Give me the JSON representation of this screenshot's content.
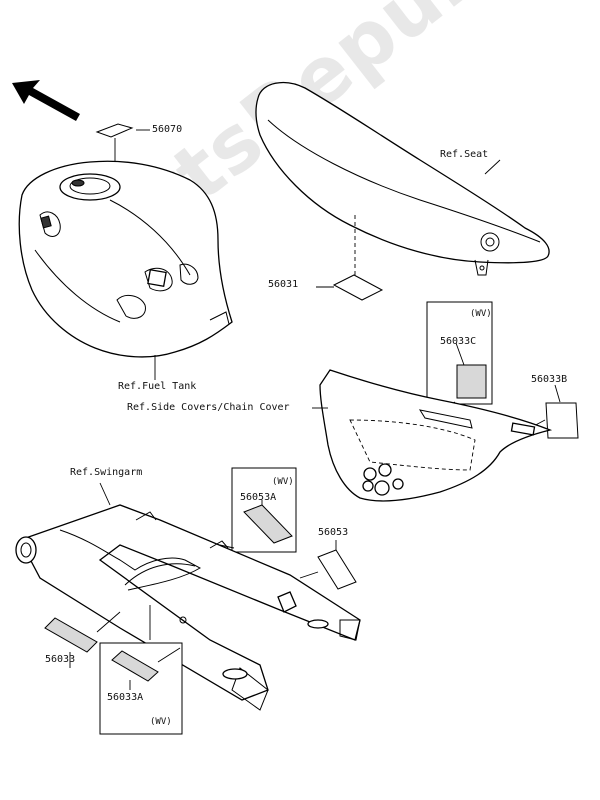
{
  "parts": {
    "p56070": "56070",
    "p56031": "56031",
    "p56033C": "56033C",
    "p56033B": "56033B",
    "p56053A": "56053A",
    "p56053": "56053",
    "p56033": "56033",
    "p56033A": "56033A"
  },
  "refs": {
    "seat": "Ref.Seat",
    "fuel_tank": "Ref.Fuel Tank",
    "side_covers": "Ref.Side Covers/Chain Cover",
    "swingarm": "Ref.Swingarm"
  },
  "variants": {
    "wv_c": "(WV)",
    "wv_53a": "(WV)",
    "wv_33a": "(WV)"
  },
  "watermark": "PartsRepublik"
}
